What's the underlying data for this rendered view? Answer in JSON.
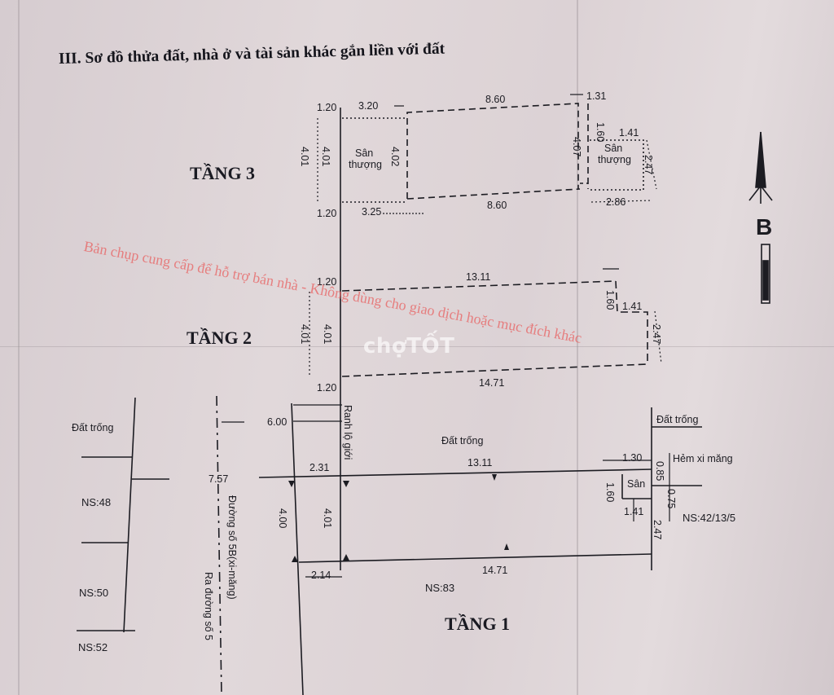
{
  "title": "III. Sơ đồ thửa đất, nhà ở và tài sản khác gắn liền với đất",
  "floors": {
    "f3": "TẦNG 3",
    "f2": "TẦNG 2",
    "f1": "TẦNG 1"
  },
  "labels": {
    "san_thuong": "Sân",
    "san_thuong_2": "thượng",
    "san": "Sân",
    "dat_trong": "Đất trống",
    "hem": "Hẻm xi măng",
    "ranh": "Ranh lộ giới",
    "duong": "Đường số 5B(xi-măng)",
    "ra_duong": "Ra đường số 5",
    "ns48": "NS:48",
    "ns50": "NS:50",
    "ns52": "NS:52",
    "ns83": "NS:83",
    "ns42": "NS:42/13/5"
  },
  "dims": {
    "f3_120a": "1.20",
    "f3_320": "3.20",
    "f3_860a": "8.60",
    "f3_131": "1.31",
    "f3_160": "1.60",
    "f3_141": "1.41",
    "f3_401a": "4.01",
    "f3_401b": "4.01",
    "f3_402": "4.02",
    "f3_407": "4.07",
    "f3_247": "2.47",
    "f3_120b": "1.20",
    "f3_325": "3.25",
    "f3_860b": "8.60",
    "f3_286": "2.86",
    "f2_120a": "1.20",
    "f2_1311": "13.11",
    "f2_160": "1.60",
    "f2_141": "1.41",
    "f2_401a": "4.01",
    "f2_401b": "4.01",
    "f2_247": "2.47",
    "f2_120b": "1.20",
    "f2_1471": "14.71",
    "f1_600": "6.00",
    "f1_757": "7.57",
    "f1_231": "2.31",
    "f1_1311": "13.11",
    "f1_130": "1.30",
    "f1_085": "0.85",
    "f1_160": "1.60",
    "f1_075": "0.75",
    "f1_141": "1.41",
    "f1_247": "2.47",
    "f1_400": "4.00",
    "f1_401": "4.01",
    "f1_214": "2.14",
    "f1_1471": "14.71"
  },
  "watermark": "Bản chụp cung cấp để hỗ trợ bán nhà - Không dùng cho giao dịch hoặc mục đích khác",
  "logo": "chợTỐT"
}
